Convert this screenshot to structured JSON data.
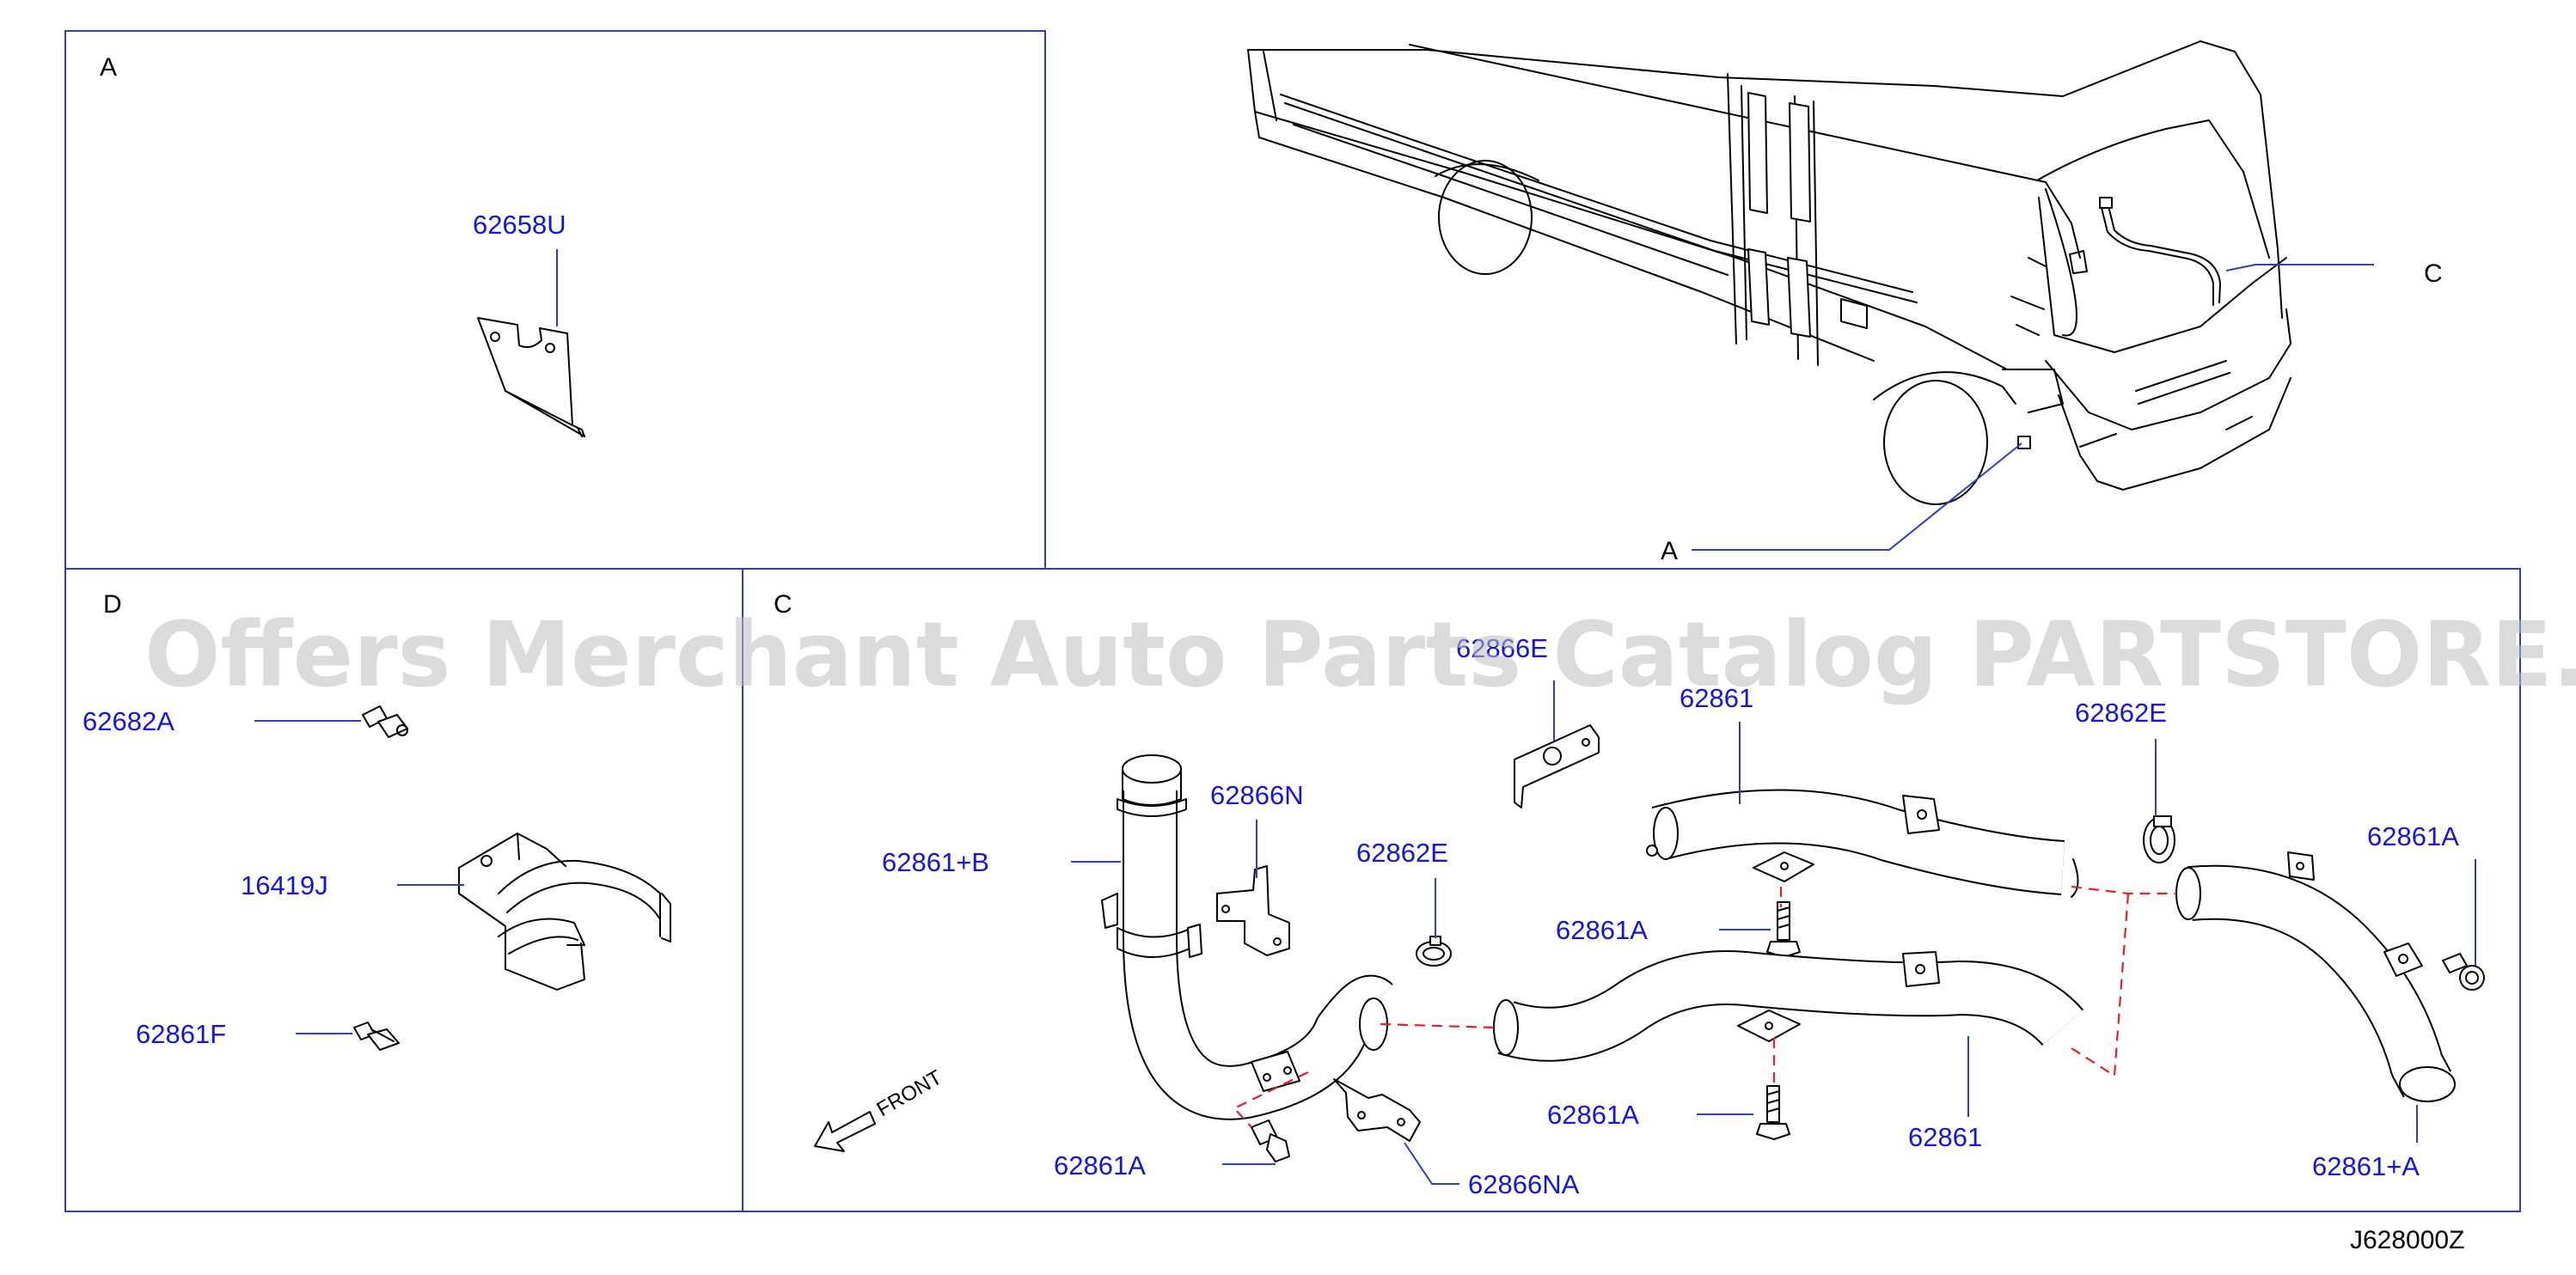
{
  "sections": {
    "a": "A",
    "c": "C",
    "d": "D",
    "overview_a": "A",
    "overview_c": "C"
  },
  "parts": {
    "p62658U": "62658U",
    "p62682A": "62682A",
    "p16419J": "16419J",
    "p62861F": "62861F",
    "p62861B": "62861+B",
    "p62866N": "62866N",
    "p62862E_left": "62862E",
    "p62866E": "62866E",
    "p62861_top": "62861",
    "p62862E_right": "62862E",
    "p62861A_right": "62861A",
    "p62861A_mid_upper": "62861A",
    "p62861A_mid_lower": "62861A",
    "p62861_bottom": "62861",
    "p62861_plus_A": "62861+A",
    "p62861A_left": "62861A",
    "p62866NA": "62866NA"
  },
  "front_label": "FRONT",
  "diagram_code": "J628000Z",
  "watermark": "Offers Merchant Auto Parts Catalog PARTSTORE.SA",
  "colors": {
    "label_blue": "#1515d8",
    "frame_blue": "#2f3fb6",
    "dashed_red": "#e0202a",
    "watermark_gray": "#bdbdbd"
  }
}
